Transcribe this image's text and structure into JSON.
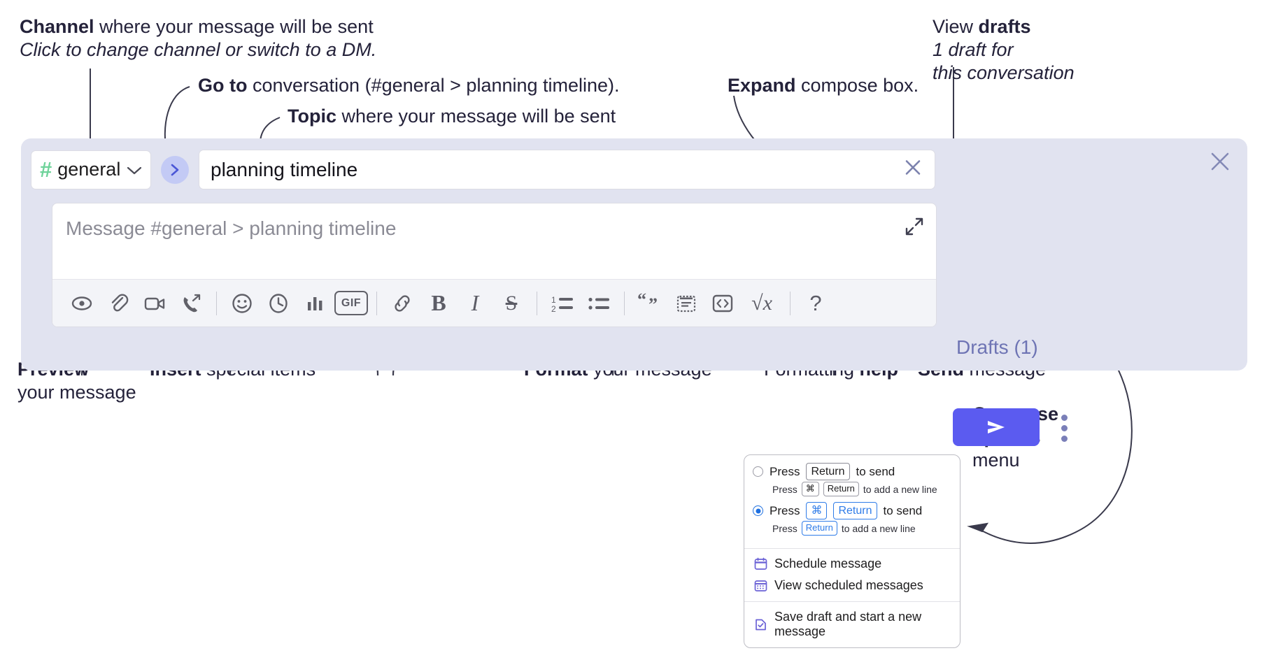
{
  "annotations": {
    "channel": {
      "bold": "Channel",
      "rest": " where your message will be sent",
      "italic": "Click to change channel or switch to a DM."
    },
    "goto": {
      "bold": "Go to",
      "rest": " conversation (#general > planning timeline)."
    },
    "topic": {
      "bold": "Topic",
      "rest": " where your message will be sent"
    },
    "expand": {
      "bold": "Expand",
      "rest": " compose box."
    },
    "drafts": {
      "prefix": "View ",
      "bold": "drafts",
      "line2": "1 draft for",
      "line3": "this conversation"
    },
    "preview": {
      "bold": "Preview",
      "line2": "your message"
    },
    "insert": {
      "bold": "Insert",
      "rest": " special items"
    },
    "format": {
      "bold": "Format",
      "rest": " your message"
    },
    "help": {
      "prefix": "Formatting ",
      "bold": "help"
    },
    "send": {
      "bold": "Send",
      "rest": " message"
    },
    "compose_options": {
      "bold1": "Compose",
      "bold2": "options",
      "rest": "menu"
    }
  },
  "compose": {
    "channel": {
      "hash": "#",
      "name": "general",
      "chevron": "chevron-down"
    },
    "goto_label": "go-to-conversation",
    "topic_value": "planning timeline",
    "topic_clear": "clear",
    "message_placeholder": "Message #general > planning timeline",
    "expand_label": "expand",
    "drafts_label": "Drafts (1)",
    "send_label": "send",
    "more_label": "more-options",
    "close_label": "close",
    "accent_color": "#5b5bf0",
    "panel_bg": "#e1e3f0",
    "hash_color": "#6fd39a",
    "drafts_color": "#6e74b4",
    "toolbar": [
      {
        "name": "preview-icon",
        "title": "Preview"
      },
      {
        "name": "attachment-icon",
        "title": "Attach file"
      },
      {
        "name": "video-icon",
        "title": "Record video clip"
      },
      {
        "name": "audio-call-icon",
        "title": "Record audio clip"
      },
      {
        "name": "divider",
        "title": ""
      },
      {
        "name": "emoji-icon",
        "title": "Emoji"
      },
      {
        "name": "clock-icon",
        "title": "Recent"
      },
      {
        "name": "poll-icon",
        "title": "Poll"
      },
      {
        "name": "gif-icon",
        "title": "GIF",
        "text": "GIF"
      },
      {
        "name": "divider",
        "title": ""
      },
      {
        "name": "link-icon",
        "title": "Link"
      },
      {
        "name": "bold-icon",
        "title": "Bold",
        "text": "B"
      },
      {
        "name": "italic-icon",
        "title": "Italic",
        "text": "I"
      },
      {
        "name": "strikethrough-icon",
        "title": "Strikethrough",
        "text": "S"
      },
      {
        "name": "divider",
        "title": ""
      },
      {
        "name": "ordered-list-icon",
        "title": "Ordered list"
      },
      {
        "name": "bulleted-list-icon",
        "title": "Bulleted list"
      },
      {
        "name": "divider",
        "title": ""
      },
      {
        "name": "blockquote-icon",
        "title": "Blockquote"
      },
      {
        "name": "code-block-icon",
        "title": "Code block"
      },
      {
        "name": "code-icon",
        "title": "Code"
      },
      {
        "name": "math-icon",
        "title": "Math",
        "text": "√x"
      },
      {
        "name": "divider",
        "title": ""
      },
      {
        "name": "help-icon",
        "title": "Formatting help",
        "text": "?"
      }
    ]
  },
  "menu": {
    "options": [
      {
        "selected": false,
        "main": {
          "pre": "Press",
          "key": "Return",
          "post": "to send"
        },
        "sub": {
          "pre": "Press",
          "key1": "⌘",
          "key2": "Return",
          "post": "to add a new line"
        }
      },
      {
        "selected": true,
        "main": {
          "pre": "Press",
          "key1": "⌘",
          "key2": "Return",
          "post": "to send"
        },
        "sub": {
          "pre": "Press",
          "key": "Return",
          "post": "to add a new line"
        }
      }
    ],
    "items_group_1": [
      {
        "icon": "calendar-icon",
        "label": "Schedule message"
      },
      {
        "icon": "calendar-grid-icon",
        "label": "View scheduled messages"
      }
    ],
    "items_group_2": [
      {
        "icon": "save-draft-icon",
        "label": "Save draft and start a new message"
      }
    ],
    "icon_color": "#6b62d6",
    "accent_blue": "#2f7ce8"
  }
}
